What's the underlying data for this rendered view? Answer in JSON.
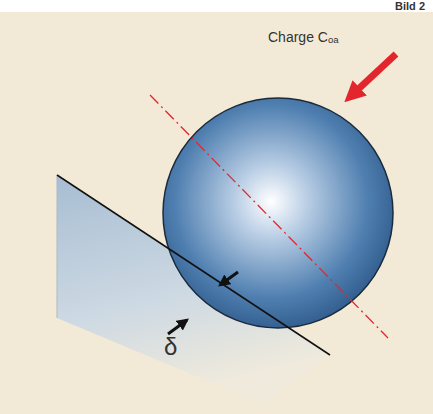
{
  "diagram": {
    "labels": [
      "Bild 2",
      "Charge Cₒₐ",
      "δ"
    ]
  }
}
